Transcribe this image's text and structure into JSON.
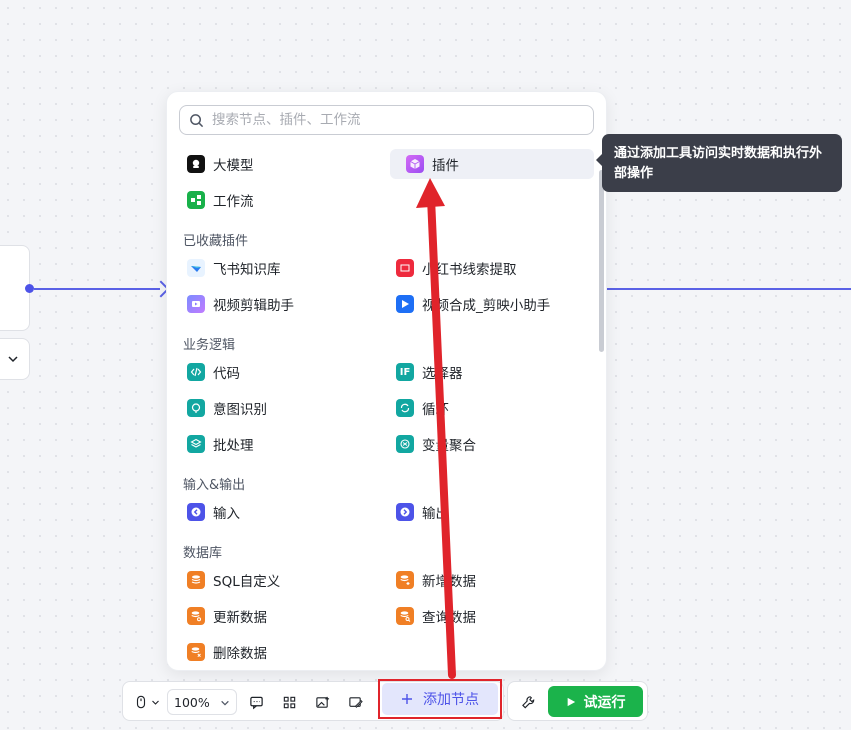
{
  "search": {
    "placeholder": "搜索节点、插件、工作流"
  },
  "top_items": [
    {
      "label": "大模型",
      "icon": "llm-icon"
    },
    {
      "label": "插件",
      "icon": "plugin-cube-icon"
    },
    {
      "label": "工作流",
      "icon": "workflow-icon"
    }
  ],
  "sections": {
    "favorites": {
      "title": "已收藏插件",
      "items": [
        {
          "label": "飞书知识库",
          "icon": "feishu-icon"
        },
        {
          "label": "小红书线索提取",
          "icon": "xiaohongshu-icon"
        },
        {
          "label": "视频剪辑助手",
          "icon": "video-edit-icon"
        },
        {
          "label": "视频合成_剪映小助手",
          "icon": "jianying-icon"
        }
      ]
    },
    "logic": {
      "title": "业务逻辑",
      "items": [
        {
          "label": "代码",
          "icon": "code-icon"
        },
        {
          "label": "选择器",
          "icon": "if-icon"
        },
        {
          "label": "意图识别",
          "icon": "intent-icon"
        },
        {
          "label": "循环",
          "icon": "loop-icon"
        },
        {
          "label": "批处理",
          "icon": "batch-icon"
        },
        {
          "label": "变量聚合",
          "icon": "variable-merge-icon"
        }
      ]
    },
    "io": {
      "title": "输入&输出",
      "items": [
        {
          "label": "输入",
          "icon": "input-icon"
        },
        {
          "label": "输出",
          "icon": "output-icon"
        }
      ]
    },
    "database": {
      "title": "数据库",
      "items": [
        {
          "label": "SQL自定义",
          "icon": "sql-icon"
        },
        {
          "label": "新增数据",
          "icon": "db-add-icon"
        },
        {
          "label": "更新数据",
          "icon": "db-update-icon"
        },
        {
          "label": "查询数据",
          "icon": "db-query-icon"
        },
        {
          "label": "删除数据",
          "icon": "db-delete-icon"
        }
      ]
    }
  },
  "tooltip": {
    "text": "通过添加工具访问实时数据和执行外部操作"
  },
  "toolbar": {
    "zoom": "100%",
    "add_node": "添加节点",
    "run": "试运行"
  },
  "colors": {
    "accent": "#4d53e8",
    "run_green": "#1bb34b",
    "annotation_red": "#e0242b",
    "tooltip_bg": "#3b3e49"
  }
}
